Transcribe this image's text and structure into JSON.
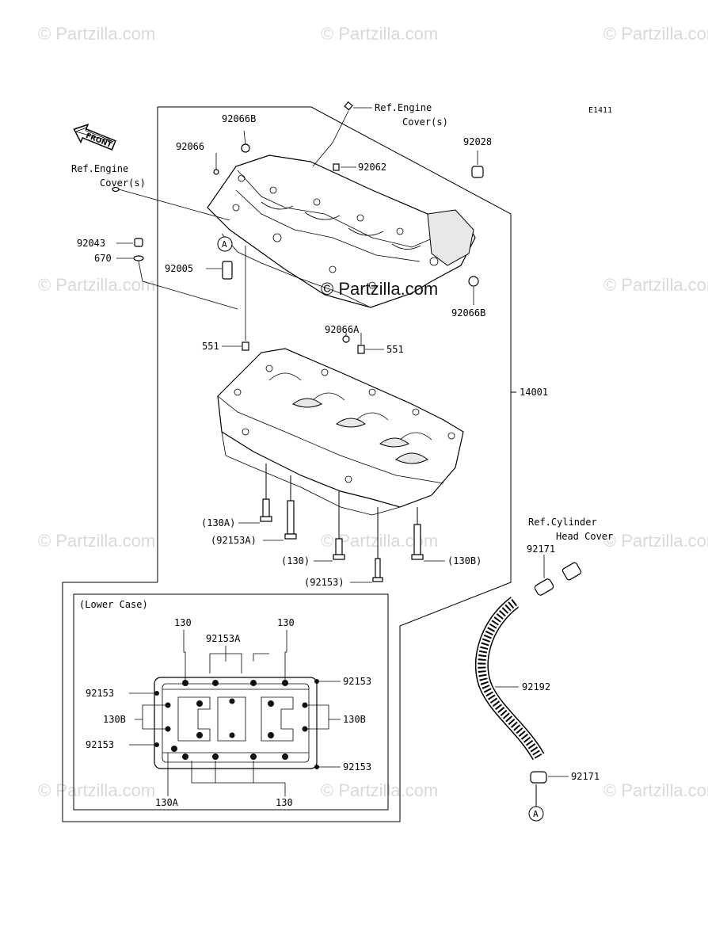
{
  "watermark": "© Partzilla.com",
  "center_watermark": "© Partzilla.com",
  "diagram_code": "E1411",
  "front_label": "FRONT",
  "circle_ref": "A",
  "inset_title": "(Lower Case)",
  "labels": {
    "ref_engine_cover_top_1": "Ref.Engine",
    "ref_engine_cover_top_2": "Cover(s)",
    "ref_engine_cover_left_1": "Ref.Engine",
    "ref_engine_cover_left_2": "Cover(s)",
    "ref_cylinder_1": "Ref.Cylinder",
    "ref_cylinder_2": "Head Cover",
    "p92066B_top": "92066B",
    "p92066": "92066",
    "p92062": "92062",
    "p92028": "92028",
    "p92043": "92043",
    "p670": "670",
    "p92005": "92005",
    "p92066B_right": "92066B",
    "p92066A": "92066A",
    "p551_left": "551",
    "p551_right": "551",
    "p14001": "14001",
    "p130A": "(130A)",
    "p92153A": "(92153A)",
    "p130": "(130)",
    "p130B": "(130B)",
    "p92153": "(92153)",
    "p92171_top": "92171",
    "p92192": "92192",
    "p92171_bottom": "92171",
    "in_130_tl": "130",
    "in_92153A": "92153A",
    "in_130_tr": "130",
    "in_92153_l1": "92153",
    "in_130B_l": "130B",
    "in_92153_l2": "92153",
    "in_92153_r1": "92153",
    "in_130B_r": "130B",
    "in_92153_r2": "92153",
    "in_130A": "130A",
    "in_130_b": "130"
  }
}
